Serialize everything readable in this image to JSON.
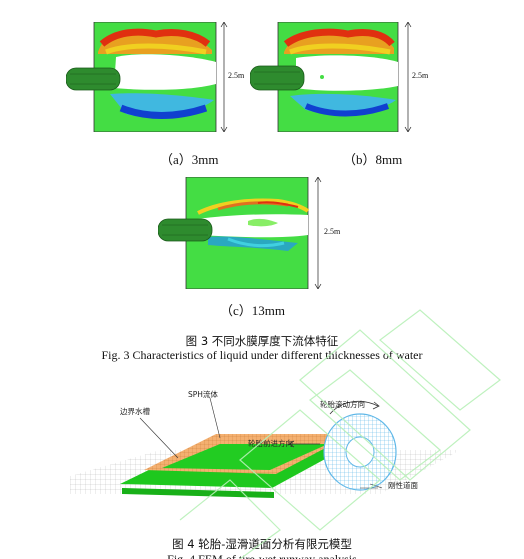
{
  "figure3": {
    "panels": [
      {
        "label": "（a）3mm",
        "dimension": "2.5m"
      },
      {
        "label": "（b）8mm",
        "dimension": "2.5m"
      },
      {
        "label": "（c）13mm",
        "dimension": "2.5m"
      }
    ],
    "caption_cn": "图 3 不同水膜厚度下流体特征",
    "caption_en": "Fig. 3    Characteristics of liquid under different thicknesses of water"
  },
  "figure4": {
    "labels": {
      "sph_fluid": "SPH流体",
      "boundary_tank": "边界水槽",
      "tire_rolling_direction": "轮胎滚动方向",
      "tire_forward_direction": "轮胎前进方向",
      "rigid_road": "刚性道面"
    },
    "caption_cn": "图 4    轮胎-湿滑道面分析有限元模型",
    "caption_en_partial": "Fig. 4    FEM of tire-wet runway analysis"
  },
  "colors": {
    "panel_green": "#44dd44",
    "tire_green": "#2e8b2e",
    "fluid_red": "#e03010",
    "fluid_blue": "#1040d0",
    "sph_orange": "#f0a060",
    "tire_blue": "#60b8e8"
  }
}
